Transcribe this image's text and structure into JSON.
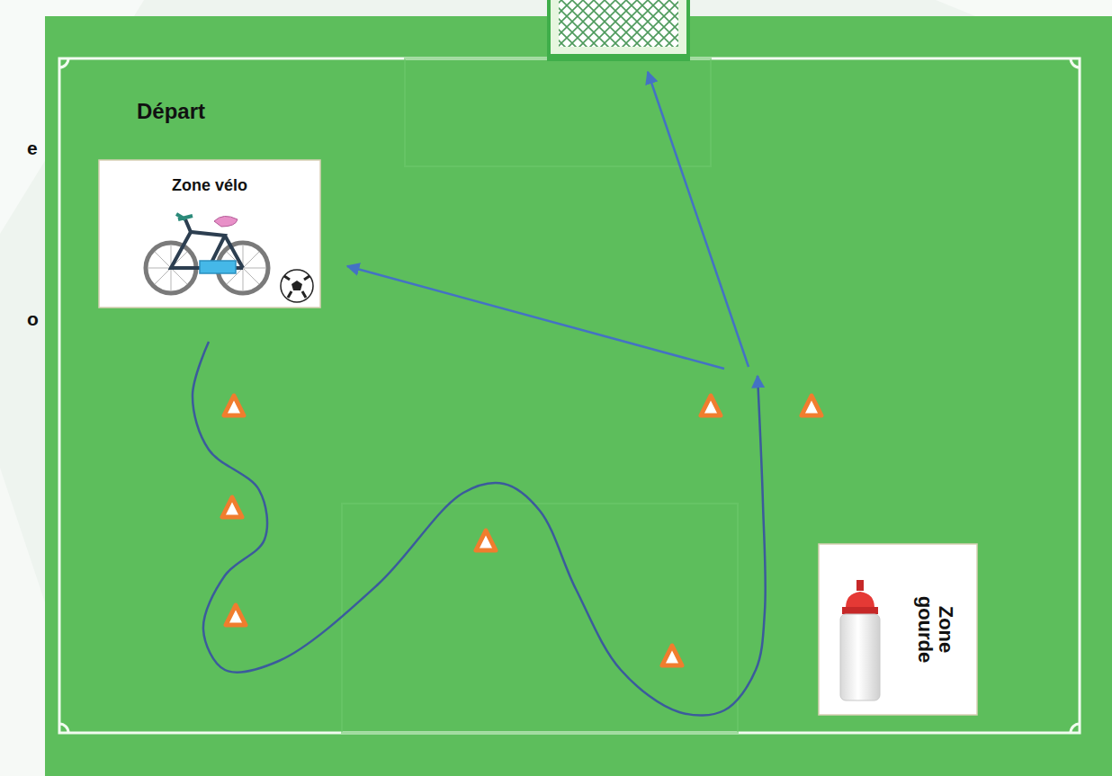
{
  "diagram": {
    "nodes": [
      {
        "text": [
          "Zone vélo"
        ]
      },
      {
        "text": [
          "Zone gourde"
        ]
      }
    ],
    "edges": [],
    "labels": [
      "Départ",
      "e",
      "o"
    ]
  }
}
